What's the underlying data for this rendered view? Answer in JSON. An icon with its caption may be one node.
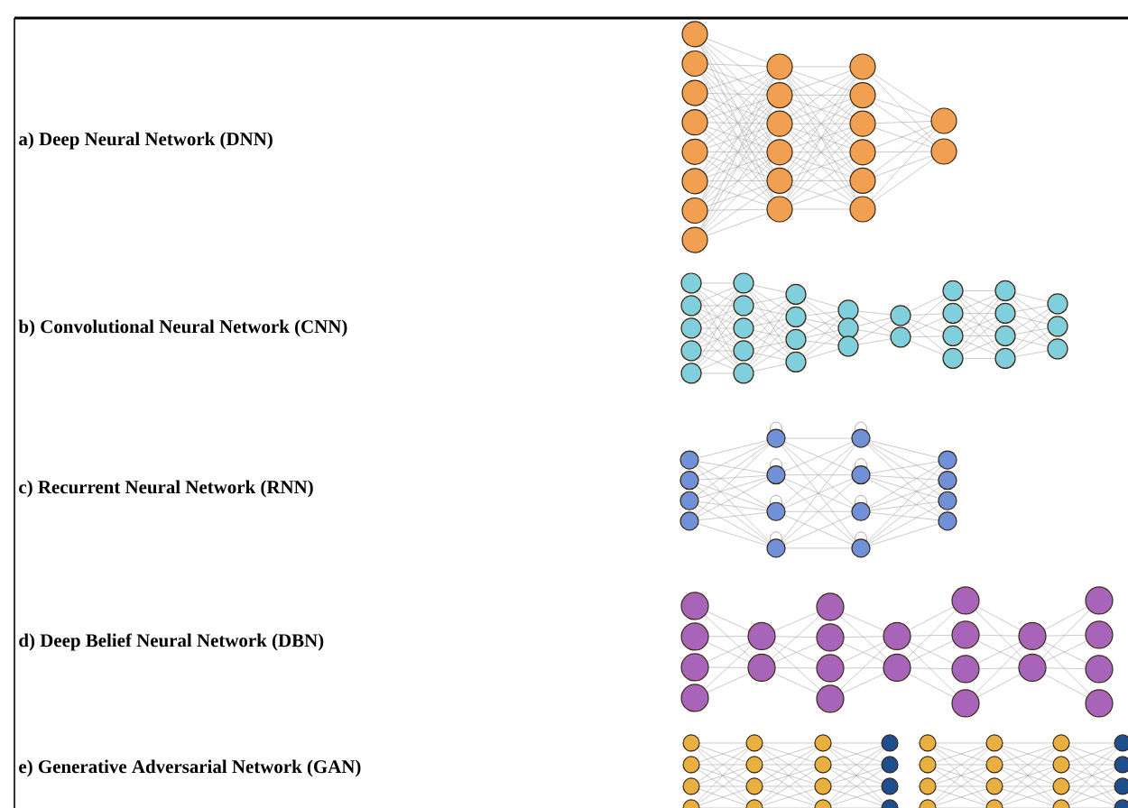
{
  "diagram": {
    "labels": [
      "a)  Deep Neural Network (DNN)",
      "b)  Convolutional Neural Network (CNN)",
      "c)  Recurrent Neural Network (RNN)",
      "d)  Deep Belief Neural Network (DBN)",
      "e)  Generative Adversarial Network (GAN)"
    ]
  }
}
